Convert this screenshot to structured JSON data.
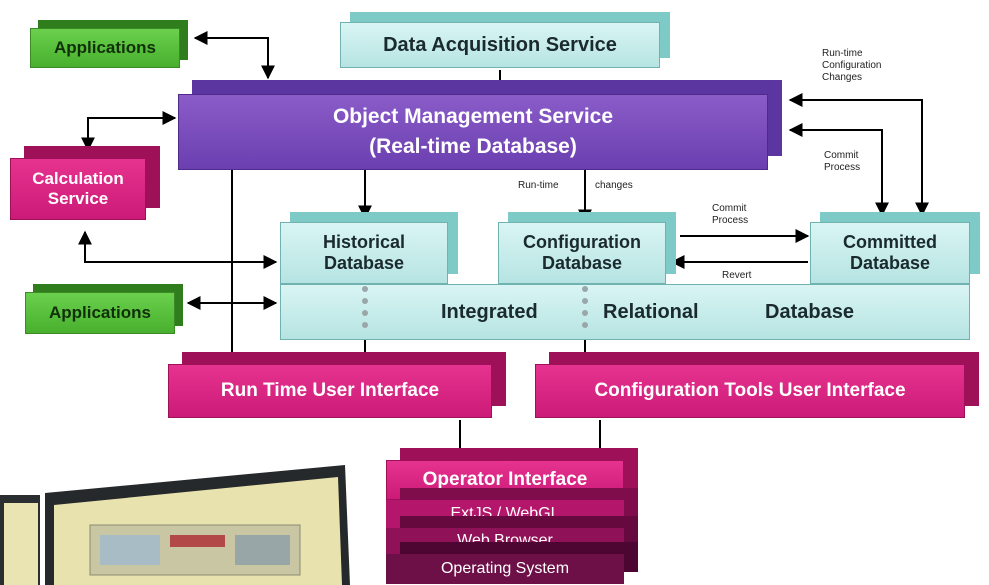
{
  "nodes": {
    "applications_top": "Applications",
    "applications_bottom": "Applications",
    "data_acquisition": "Data Acquisition  Service",
    "object_management_line1": "Object Management Service",
    "object_management_line2": "(Real-time Database)",
    "calculation_line1": "Calculation",
    "calculation_line2": "Service",
    "historical_line1": "Historical",
    "historical_line2": "Database",
    "configuration_line1": "Configuration",
    "configuration_line2": "Database",
    "committed_line1": "Committed",
    "committed_line2": "Database",
    "integrated": "Integrated",
    "relational": "Relational",
    "database": "Database",
    "runtime_ui": "Run Time User Interface",
    "config_tools_ui": "Configuration Tools User Interface",
    "operator_interface": "Operator Interface",
    "extjs_webgl": "ExtJS   /   WebGL",
    "web_browser": "Web Browser",
    "operating_system": "Operating System"
  },
  "edge_labels": {
    "runtime_config_changes_1": "Run-time",
    "runtime_config_changes_2": "Configuration",
    "runtime_config_changes_3": "Changes",
    "commit_process_right_1": "Commit",
    "commit_process_right_2": "Process",
    "runtime_changes_left": "Run-time",
    "runtime_changes_right": "changes",
    "commit_process_mid_1": "Commit",
    "commit_process_mid_2": "Process",
    "revert": "Revert"
  },
  "colors": {
    "green": "#4cb830",
    "teal": "#c4ecea",
    "purple": "#7647b8",
    "pink": "#d81f82",
    "dark_magenta": "#6e1048"
  }
}
